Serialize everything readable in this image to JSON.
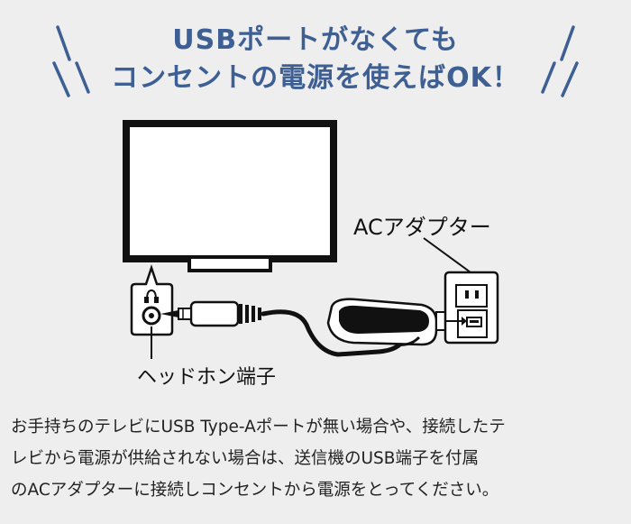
{
  "headline": {
    "line1": "USBポートがなくても",
    "line2": "コンセントの電源を使えばOK！",
    "color": "#3e5f93"
  },
  "labels": {
    "ac_adapter": "ACアダプター",
    "headphone_jack": "ヘッドホン端子"
  },
  "description": {
    "line1": "お手持ちのテレビにUSB Type-Aポートが無い場合や、接続したテ",
    "line2": "レビから電源が供給されない場合は、送信機のUSB端子を付属",
    "line3": "のACアダプターに接続しコンセントから電源をとってください。"
  },
  "icons": [
    "headphone-icon",
    "usb-port-icon",
    "power-outlet-icon"
  ]
}
